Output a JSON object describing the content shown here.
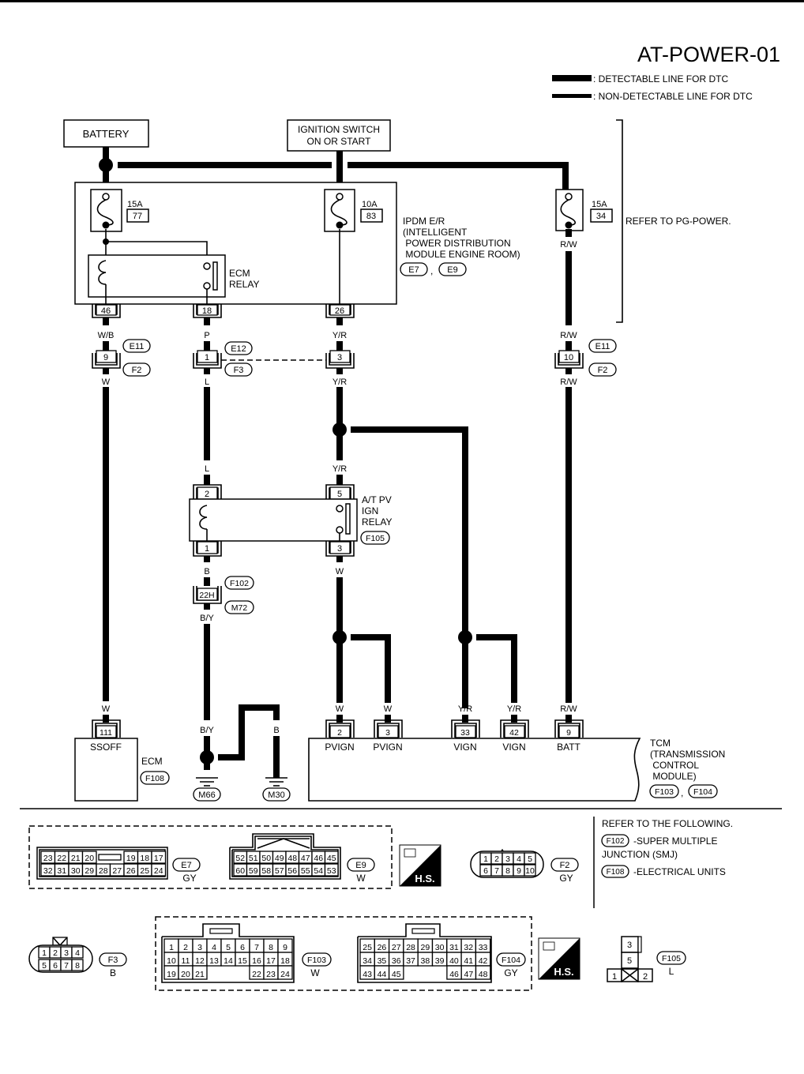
{
  "header": {
    "diagram_id": "AT-POWER-01",
    "legend": [
      {
        "line": "thick",
        "label": ": DETECTABLE LINE FOR DTC"
      },
      {
        "line": "thin",
        "label": ": NON-DETECTABLE LINE FOR DTC"
      }
    ]
  },
  "sources": {
    "battery": "BATTERY",
    "ignition_line1": "IGNITION SWITCH",
    "ignition_line2": "ON OR START"
  },
  "fuses": [
    {
      "amps": "15A",
      "number": "77"
    },
    {
      "amps": "10A",
      "number": "83"
    },
    {
      "amps": "15A",
      "number": "34"
    }
  ],
  "ipdm": {
    "lines": [
      "IPDM E/R",
      "(INTELLIGENT",
      " POWER DISTRIBUTION",
      " MODULE ENGINE ROOM)"
    ],
    "connectors": [
      "E7",
      "E9"
    ],
    "separator": ",",
    "relay_line1": "ECM",
    "relay_line2": "RELAY",
    "pins": [
      "46",
      "18",
      "26"
    ]
  },
  "refer_pg": "REFER TO PG-POWER.",
  "wires": {
    "w1_top": "W/B",
    "w1_bottom": "W",
    "w2_top": "P",
    "w2_bottom": "L",
    "w3_top": "Y/R",
    "w3_bottom": "Y/R",
    "w4_top": "R/W",
    "w4_mid_top": "R/W",
    "w4_bottom": "R/W",
    "relay_in_left": "L",
    "relay_in_right": "Y/R",
    "relay_out_left": "B",
    "relay_out_right": "W",
    "smj_out": "B/Y"
  },
  "junctions": {
    "j1": {
      "pin": "9",
      "conn_top": "E11",
      "conn_bottom": "F2"
    },
    "j2": {
      "pin": "1",
      "conn_top": "E12",
      "conn_bottom": "F3"
    },
    "j3": {
      "pin": "3"
    },
    "j4": {
      "pin": "10",
      "conn_top": "E11",
      "conn_bottom": "F2"
    }
  },
  "relay_pv": {
    "lines": [
      "A/T PV",
      "IGN",
      "RELAY"
    ],
    "connector": "F105",
    "pin_tl": "2",
    "pin_tr": "5",
    "pin_bl": "1",
    "pin_br": "3"
  },
  "smj": {
    "pin": "22H",
    "conn_top": "F102",
    "conn_bottom": "M72"
  },
  "ecm": {
    "pin": "111",
    "terminal": "SSOFF",
    "wire": "W",
    "label": "ECM",
    "connector": "F108"
  },
  "grounds": {
    "wire_by": "B/Y",
    "wire_b1": "B",
    "wire_b2": "B",
    "g1": "M66",
    "g2": "M30"
  },
  "tcm": {
    "terminals": [
      {
        "wire": "W",
        "pin": "2",
        "name": "PVIGN"
      },
      {
        "wire": "W",
        "pin": "3",
        "name": "PVIGN"
      },
      {
        "wire": "Y/R",
        "pin": "33",
        "name": "VIGN"
      },
      {
        "wire": "Y/R",
        "pin": "42",
        "name": "VIGN"
      },
      {
        "wire": "R/W",
        "pin": "9",
        "name": "BATT"
      }
    ],
    "lines": [
      "TCM",
      "(TRANSMISSION",
      " CONTROL",
      " MODULE)"
    ],
    "connectors": [
      "F103",
      "F104"
    ],
    "separator": ","
  },
  "connector_views": {
    "e7": {
      "id": "E7",
      "color": "GY",
      "row1": [
        "23",
        "22",
        "21",
        "20",
        "19",
        "18",
        "17"
      ],
      "row2": [
        "32",
        "31",
        "30",
        "29",
        "28",
        "27",
        "26",
        "25",
        "24"
      ]
    },
    "e9": {
      "id": "E9",
      "color": "W",
      "row1": [
        "52",
        "51",
        "50",
        "49",
        "48",
        "47",
        "46",
        "45"
      ],
      "row2": [
        "60",
        "59",
        "58",
        "57",
        "56",
        "55",
        "54",
        "53"
      ]
    },
    "hs_label": "H.S.",
    "f2": {
      "id": "F2",
      "color": "GY",
      "row1": [
        "1",
        "2",
        "3",
        "4",
        "5"
      ],
      "row2": [
        "6",
        "7",
        "8",
        "9",
        "10"
      ]
    },
    "f3": {
      "id": "F3",
      "color": "B",
      "row1": [
        "1",
        "2",
        "3",
        "4"
      ],
      "row2": [
        "5",
        "6",
        "7",
        "8"
      ]
    },
    "f103": {
      "id": "F103",
      "color": "W",
      "row1": [
        "1",
        "2",
        "3",
        "4",
        "5",
        "6",
        "7",
        "8",
        "9"
      ],
      "row2": [
        "10",
        "11",
        "12",
        "13",
        "14",
        "15",
        "16",
        "17",
        "18"
      ],
      "row3": [
        "19",
        "20",
        "21",
        "22",
        "23",
        "24"
      ]
    },
    "f104": {
      "id": "F104",
      "color": "GY",
      "row1": [
        "25",
        "26",
        "27",
        "28",
        "29",
        "30",
        "31",
        "32",
        "33"
      ],
      "row2": [
        "34",
        "35",
        "36",
        "37",
        "38",
        "39",
        "40",
        "41",
        "42"
      ],
      "row3": [
        "43",
        "44",
        "45",
        "46",
        "47",
        "48"
      ]
    },
    "f105": {
      "id": "F105",
      "color": "L",
      "pins": [
        "3",
        "5",
        "1",
        "2"
      ]
    }
  },
  "refer_following": {
    "title": "REFER TO THE FOLLOWING.",
    "items": [
      {
        "connector": "F102",
        "line1": "-SUPER MULTIPLE",
        "line2": "JUNCTION (SMJ)"
      },
      {
        "connector": "F108",
        "line1": "-ELECTRICAL UNITS",
        "line2": ""
      }
    ]
  }
}
